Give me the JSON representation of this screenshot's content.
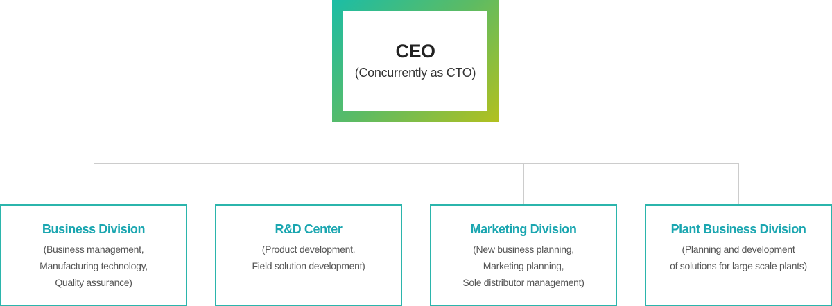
{
  "ceo": {
    "title": "CEO",
    "subtitle": "(Concurrently as CTO)"
  },
  "divisions": [
    {
      "title": "Business Division",
      "lines": [
        "(Business management,",
        "Manufacturing technology,",
        "Quality assurance)"
      ]
    },
    {
      "title": "R&D Center",
      "lines": [
        "(Product development,",
        "Field solution development)"
      ]
    },
    {
      "title": "Marketing Division",
      "lines": [
        "(New business planning,",
        "Marketing planning,",
        "Sole distributor management)"
      ]
    },
    {
      "title": "Plant Business Division",
      "lines": [
        "(Planning and development",
        "of solutions for large scale plants)"
      ]
    }
  ],
  "colors": {
    "ceo_gradient_start": "#1bbda6",
    "ceo_gradient_end": "#b2c01f",
    "division_border": "#2bb5ac",
    "division_title": "#1aa6b0",
    "connector": "#cccccc"
  }
}
